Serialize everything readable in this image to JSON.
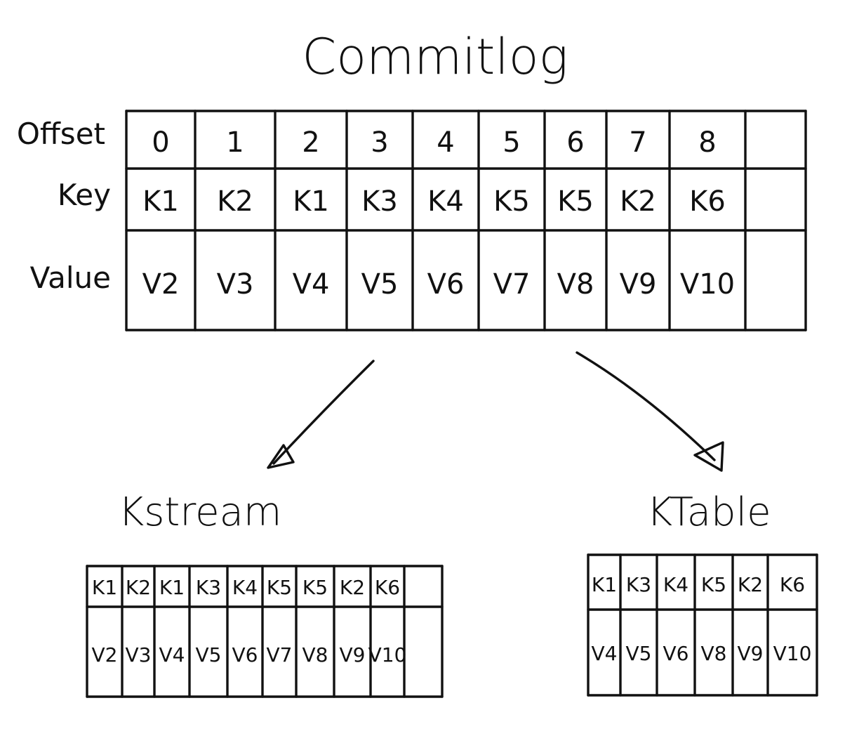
{
  "commitlog": {
    "title": "Commitlog",
    "row_labels": {
      "offset": "Offset",
      "key": "Key",
      "value": "Value"
    },
    "offsets": [
      "0",
      "1",
      "2",
      "3",
      "4",
      "5",
      "6",
      "7",
      "8",
      ""
    ],
    "keys": [
      "K1",
      "K2",
      "K1",
      "K3",
      "K4",
      "K5",
      "K5",
      "K2",
      "K6",
      ""
    ],
    "values": [
      "V2",
      "V3",
      "V4",
      "V5",
      "V6",
      "V7",
      "V8",
      "V9",
      "V10",
      ""
    ]
  },
  "kstream": {
    "title": "Kstream",
    "keys": [
      "K1",
      "K2",
      "K1",
      "K3",
      "K4",
      "K5",
      "K5",
      "K2",
      "K6",
      ""
    ],
    "values": [
      "V2",
      "V3",
      "V4",
      "V5",
      "V6",
      "V7",
      "V8",
      "V9",
      "V10",
      ""
    ]
  },
  "ktable": {
    "title": "KTable",
    "keys": [
      "K1",
      "K3",
      "K4",
      "K5",
      "K2",
      "K6"
    ],
    "values": [
      "V4",
      "V5",
      "V6",
      "V8",
      "V9",
      "V10"
    ]
  }
}
